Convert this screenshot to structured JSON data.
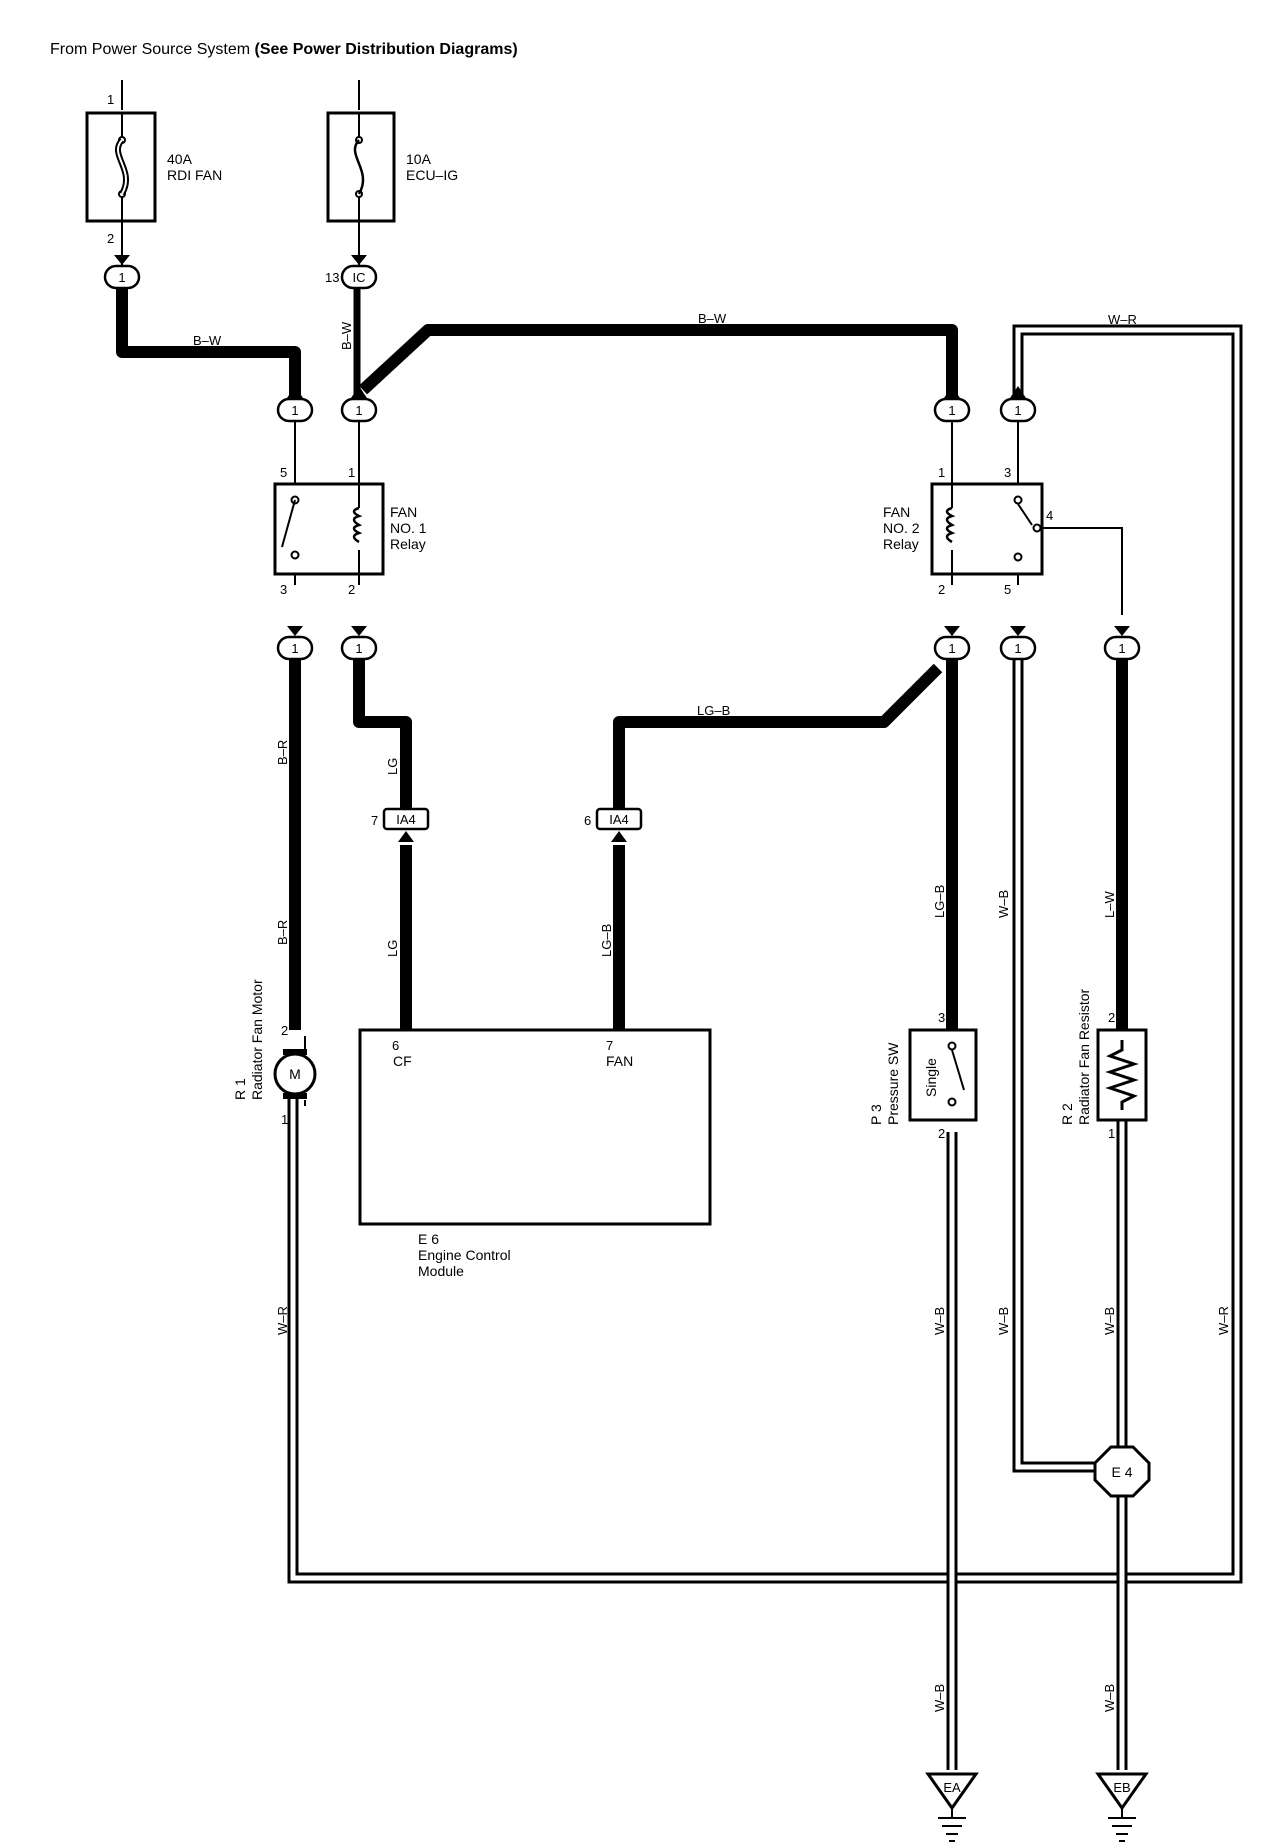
{
  "header": {
    "prefix": "From Power Source System ",
    "suffix": "(See Power Distribution Diagrams)"
  },
  "fuses": [
    {
      "rating": "40A",
      "name": "RDI FAN",
      "pin_top": "1",
      "pin_bottom": "2"
    },
    {
      "rating": "10A",
      "name": "ECU–IG"
    }
  ],
  "relays": {
    "fan1": {
      "line1": "FAN",
      "line2": "NO. 1",
      "line3": "Relay",
      "pins": [
        "5",
        "1",
        "3",
        "2"
      ]
    },
    "fan2": {
      "line1": "FAN",
      "line2": "NO. 2",
      "line3": "Relay",
      "pins": [
        "1",
        "3",
        "4",
        "2",
        "5"
      ]
    }
  },
  "connectors": {
    "one": "1",
    "ic": "IC",
    "ic_pin": "13",
    "ia4": "IA4",
    "ia4_pin_a": "7",
    "ia4_pin_b": "6"
  },
  "wire_colors": {
    "b_w": "B–W",
    "w_r": "W–R",
    "b_r": "B–R",
    "lg": "LG",
    "lg_b": "LG–B",
    "w_b": "W–B",
    "l_w": "L–W"
  },
  "components": {
    "ecm": {
      "id": "E 6",
      "line1": "Engine Control",
      "line2": "Module",
      "pin_cf": "6",
      "label_cf": "CF",
      "pin_fan": "7",
      "label_fan": "FAN"
    },
    "motor": {
      "id": "R 1",
      "name": "Radiator Fan Motor",
      "symbol": "M",
      "pin_top": "2",
      "pin_bottom": "1"
    },
    "pressure_sw": {
      "id": "P 3",
      "name": "Pressure SW",
      "mode": "Single",
      "pin_top": "3",
      "pin_bottom": "2"
    },
    "resistor": {
      "id": "R 2",
      "name": "Radiator Fan Resistor",
      "pin_top": "2",
      "pin_bottom": "1"
    }
  },
  "ground_points": {
    "e4": "E 4",
    "ea": "EA",
    "eb": "EB"
  }
}
